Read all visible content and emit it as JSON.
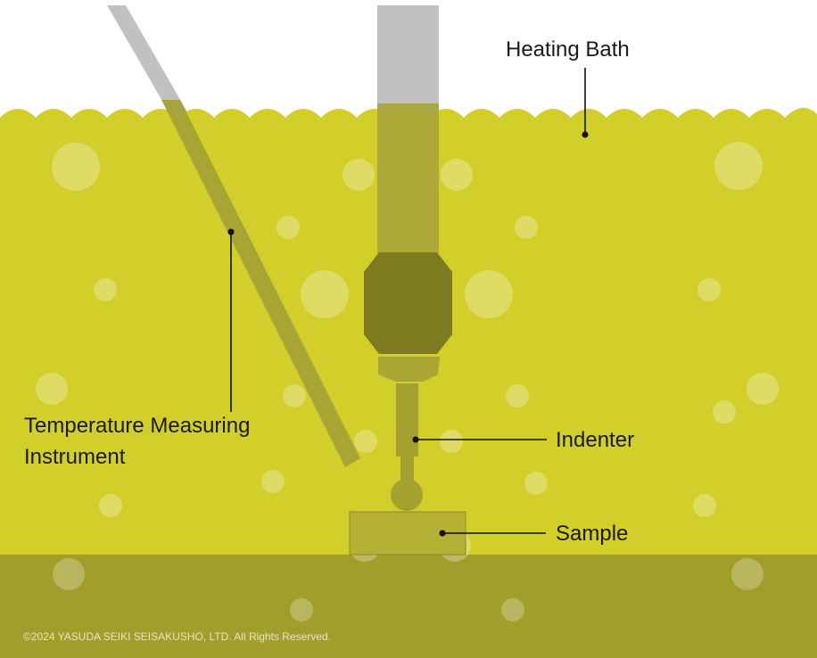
{
  "labels": {
    "heating_bath": "Heating Bath",
    "temperature_line1": "Temperature Measuring",
    "temperature_line2": "Instrument",
    "indenter": "Indenter",
    "sample": "Sample"
  },
  "copyright": "©2024 YASUDA SEIKI SEISAKUSHO, LTD. All Rights Reserved.",
  "colors": {
    "bath": "#d2cf2a",
    "bath_bottom": "#a29e2b",
    "metal": "#c1c1c1",
    "instrument_in_bath": "#a4a236",
    "rod_in_bath": "#a8a63b",
    "collar": "#a9a732",
    "chuck": "#7d7a1f",
    "tip": "#a5a131",
    "sample": "#b4b134",
    "bubble": "#ffffff"
  }
}
